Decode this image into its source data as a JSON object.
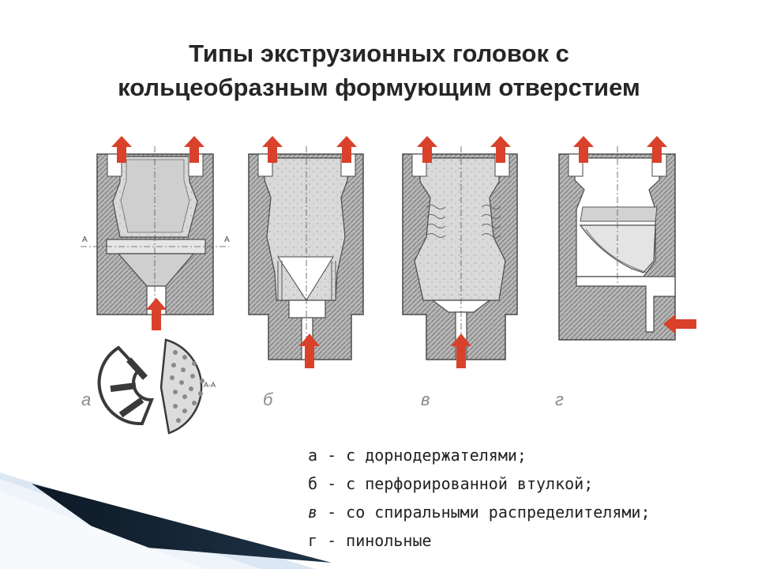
{
  "title": {
    "line1": "Типы экструзионных головок с",
    "line2": "кольцеобразным формующим отверстием"
  },
  "figures": [
    {
      "letter": "а",
      "section_marker": "А",
      "section_label": "А-А"
    },
    {
      "letter": "б"
    },
    {
      "letter": "в"
    },
    {
      "letter": "г"
    }
  ],
  "legend": [
    {
      "key": "а",
      "text": "с дорнодержателями;"
    },
    {
      "key": "б",
      "text": "с перфорированной втулкой;"
    },
    {
      "key": "в",
      "text": "со спиральными распределителями;"
    },
    {
      "key": "г",
      "text": "пинольные"
    }
  ],
  "colors": {
    "background": "#ffffff",
    "body_hatch": "#9a9a9a",
    "outline": "#4a4a4a",
    "flow_arrow": "#d9412b",
    "corner_dark": "#1c2b3a",
    "corner_light": "#b9cfe6"
  }
}
